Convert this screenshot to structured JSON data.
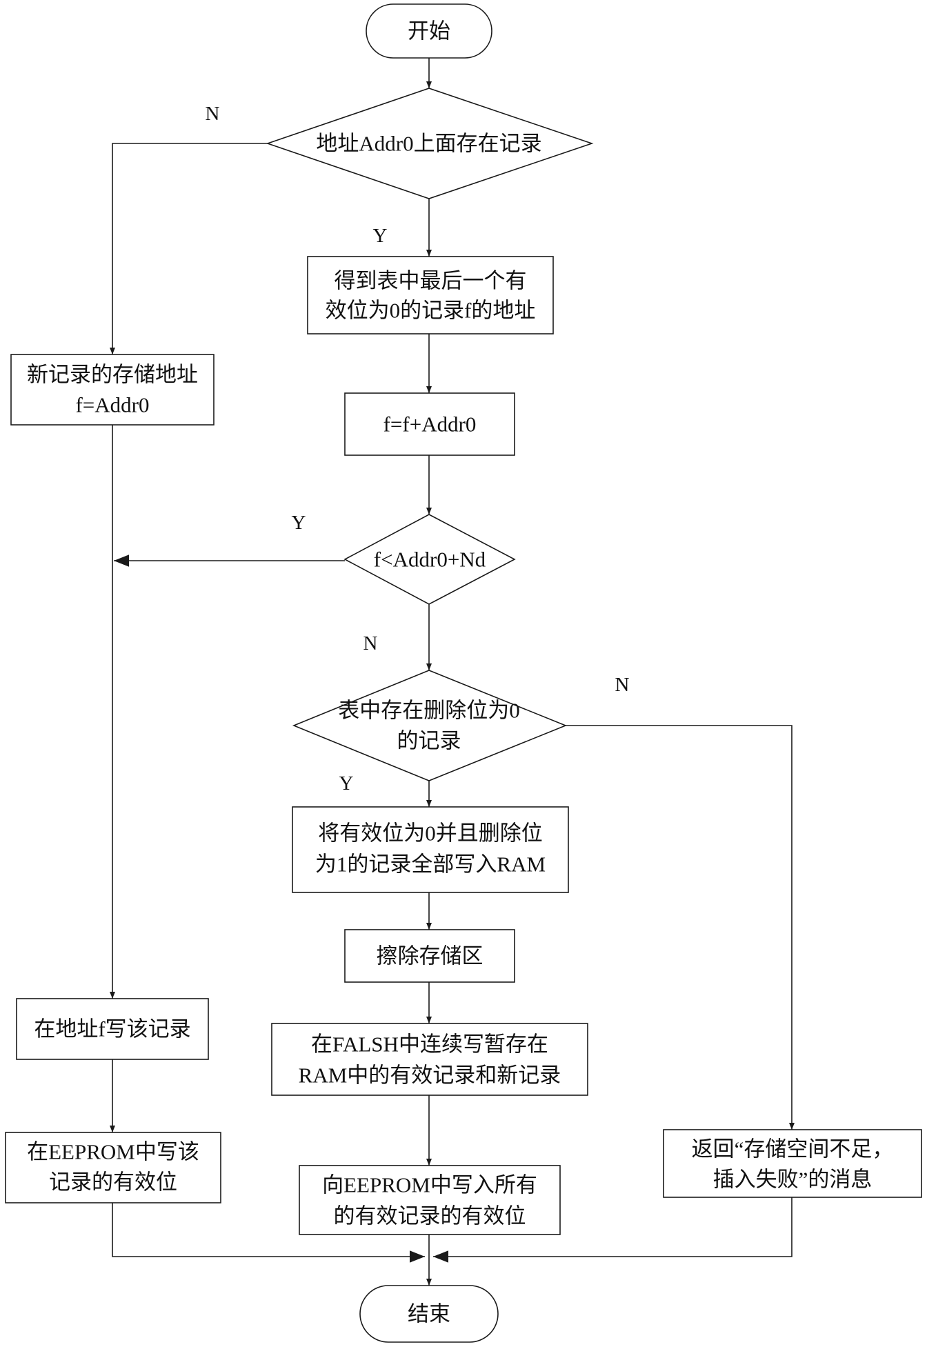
{
  "nodes": {
    "start": "开始",
    "check_addr0": "地址Addr0上面存在记录",
    "get_last_record": [
      "得到表中最后一个有",
      "效位为0的记录f的地址"
    ],
    "new_record_addr": [
      "新记录的存储地址",
      "f=Addr0"
    ],
    "f_plus_addr0": "f=f+Addr0",
    "check_f_lt": "f<Addr0+Nd",
    "check_delete_bit": [
      "表中存在删除位为0",
      "的记录"
    ],
    "write_to_ram": [
      "将有效位为0并且删除位",
      "为1的记录全部写入RAM"
    ],
    "erase_storage": "擦除存储区",
    "write_flash": [
      "在FALSH中连续写暂存在",
      "RAM中的有效记录和新记录"
    ],
    "write_at_f": "在地址f写该记录",
    "write_eeprom_valid": [
      "在EEPROM中写该",
      "记录的有效位"
    ],
    "write_eeprom_all": [
      "向EEPROM中写入所有",
      "的有效记录的有效位"
    ],
    "return_msg": [
      "返回“存储空间不足，",
      "插入失败”的消息"
    ],
    "end": "结束"
  },
  "branch_labels": {
    "addr0_no": "N",
    "addr0_yes": "Y",
    "f_lt_yes": "Y",
    "f_lt_no": "N",
    "delete_no": "N",
    "delete_yes": "Y"
  }
}
